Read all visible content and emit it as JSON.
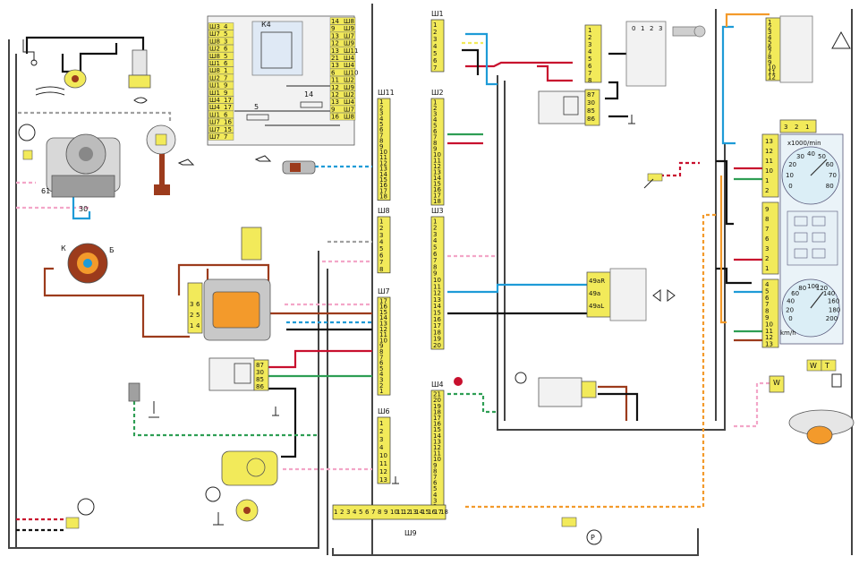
{
  "colors": {
    "red": "#c8102e",
    "blue": "#1e9bd7",
    "pink": "#f3a6c8",
    "green": "#2e9e54",
    "orange": "#f39a2b",
    "yellow": "#f2ea5a",
    "black": "#111111",
    "brown": "#9c3b1c",
    "gray": "#a0a0a0",
    "violet": "#7a3fb0",
    "white": "#ffffff"
  },
  "connectors": {
    "sh1": {
      "label": "Ш1",
      "pins": [
        "1",
        "2",
        "3",
        "4",
        "5",
        "6",
        "7"
      ]
    },
    "sh2": {
      "label": "Ш2",
      "pins": [
        "1",
        "2",
        "3",
        "4",
        "5",
        "6",
        "7",
        "8",
        "9",
        "10",
        "11",
        "12",
        "13",
        "14",
        "15",
        "16",
        "17",
        "18"
      ]
    },
    "sh3": {
      "label": "Ш3",
      "pins": [
        "1",
        "2",
        "3",
        "4",
        "5",
        "6",
        "7",
        "8",
        "9",
        "10",
        "11",
        "12",
        "13",
        "14",
        "15",
        "16",
        "17",
        "18",
        "19",
        "20"
      ]
    },
    "sh4": {
      "label": "Ш4",
      "pins": [
        "21",
        "20",
        "19",
        "18",
        "17",
        "16",
        "15",
        "14",
        "13",
        "12",
        "11",
        "10",
        "9",
        "8",
        "7",
        "6",
        "5",
        "4",
        "3",
        "2",
        "1"
      ]
    },
    "sh6": {
      "label": "Ш6",
      "pins": [
        "1",
        "2",
        "3",
        "4",
        "10",
        "11",
        "12",
        "13"
      ]
    },
    "sh7": {
      "label": "Ш7",
      "pins": [
        "17",
        "16",
        "15",
        "14",
        "13",
        "12",
        "11",
        "10",
        "9",
        "8",
        "7",
        "6",
        "5",
        "4",
        "3",
        "2",
        "1"
      ]
    },
    "sh8": {
      "label": "Ш8",
      "pins": [
        "1",
        "2",
        "3",
        "4",
        "5",
        "6",
        "7",
        "8"
      ]
    },
    "sh9": {
      "label": "Ш9",
      "pins": [
        "1",
        "2",
        "3",
        "4",
        "5",
        "6",
        "7",
        "8",
        "9",
        "10",
        "11",
        "12",
        "13",
        "14",
        "15",
        "16",
        "17",
        "18"
      ]
    },
    "sh11": {
      "label": "Ш11",
      "pins": [
        "1",
        "2",
        "3",
        "4",
        "5",
        "6",
        "7",
        "8",
        "9",
        "10",
        "11",
        "12",
        "13",
        "14",
        "15",
        "16",
        "17",
        "18"
      ]
    }
  },
  "mount_block": {
    "relay_label": "К4",
    "fuse_labels": [
      "14",
      "5"
    ],
    "left": [
      {
        "c": "Ш3",
        "p": "4"
      },
      {
        "c": "Ш7",
        "p": "5"
      },
      {
        "c": "Ш8",
        "p": "3"
      },
      {
        "c": "Ш2",
        "p": "6"
      },
      {
        "c": "Ш8",
        "p": "5"
      },
      {
        "c": "Ш1",
        "p": "6"
      },
      {
        "c": "Ш8",
        "p": "1"
      },
      {
        "c": "Ш2",
        "p": "7"
      },
      {
        "c": "Ш1",
        "p": "9"
      },
      {
        "c": "Ш1",
        "p": "9"
      },
      {
        "c": "Ш4",
        "p": "17"
      },
      {
        "c": "Ш4",
        "p": "17"
      },
      {
        "c": "Ш1",
        "p": "6"
      },
      {
        "c": "Ш7",
        "p": "16"
      },
      {
        "c": "Ш7",
        "p": "15"
      },
      {
        "c": "Ш7",
        "p": "7"
      }
    ],
    "right": [
      {
        "c": "14",
        "p": "Ш8"
      },
      {
        "c": "9",
        "p": "Ш9"
      },
      {
        "c": "13",
        "p": "Ш7"
      },
      {
        "c": "12",
        "p": "Ш9"
      },
      {
        "c": "13",
        "p": "Ш11"
      },
      {
        "c": "21",
        "p": "Ш4"
      },
      {
        "c": "13",
        "p": "Ш4"
      },
      {
        "c": "6",
        "p": "Ш10"
      },
      {
        "c": "11",
        "p": "Ш2"
      },
      {
        "c": "12",
        "p": "Ш9"
      },
      {
        "c": "12",
        "p": "Ш2"
      },
      {
        "c": "13",
        "p": "Ш4"
      },
      {
        "c": "9",
        "p": "Ш7"
      },
      {
        "c": "16",
        "p": "Ш8"
      }
    ]
  },
  "ignition_switch": {
    "positions": [
      "0",
      "1",
      "2",
      "3"
    ],
    "pins": [
      "1",
      "2",
      "3",
      "4",
      "5",
      "6",
      "7",
      "8"
    ]
  },
  "turn_relay": {
    "pins": [
      "87",
      "30",
      "85",
      "86"
    ]
  },
  "fan_relay": {
    "pins": [
      "87",
      "30",
      "85",
      "86"
    ]
  },
  "turn_switch": {
    "pins": [
      "49aR",
      "49a",
      "49aL"
    ]
  },
  "hazard": {
    "pins": [
      "1",
      "2",
      "3",
      "4",
      "5",
      "6",
      "7",
      "8",
      "9",
      "10",
      "11",
      "12"
    ]
  },
  "cluster": {
    "pins_top": [
      "13",
      "12",
      "11",
      "10",
      "1",
      "2"
    ],
    "pins_mid": [
      "9",
      "8",
      "7",
      "6",
      "3",
      "2",
      "1"
    ],
    "pins_bot": [
      "4",
      "5",
      "6",
      "7",
      "8",
      "9",
      "10",
      "11",
      "12",
      "13"
    ],
    "small_block": [
      "3",
      "2",
      "1"
    ],
    "tacho_unit": "x1000/min",
    "tacho_ticks": [
      "0",
      "10",
      "20",
      "30",
      "40",
      "50",
      "60",
      "70",
      "80"
    ],
    "speedo_unit": "km/h",
    "speedo_ticks": [
      "0",
      "20",
      "40",
      "60",
      "80",
      "100",
      "120",
      "140",
      "160",
      "180",
      "200"
    ]
  },
  "component_labels": {
    "alternator_a": "61",
    "alternator_b": "30",
    "coil_k": "К",
    "coil_b": "Б",
    "ecu_left": [
      "1",
      "2",
      "3"
    ],
    "ecu_right": [
      "4",
      "5",
      "6"
    ],
    "fuel_w": "W",
    "fuel_wt": [
      "W",
      "T"
    ],
    "parking": "P"
  }
}
